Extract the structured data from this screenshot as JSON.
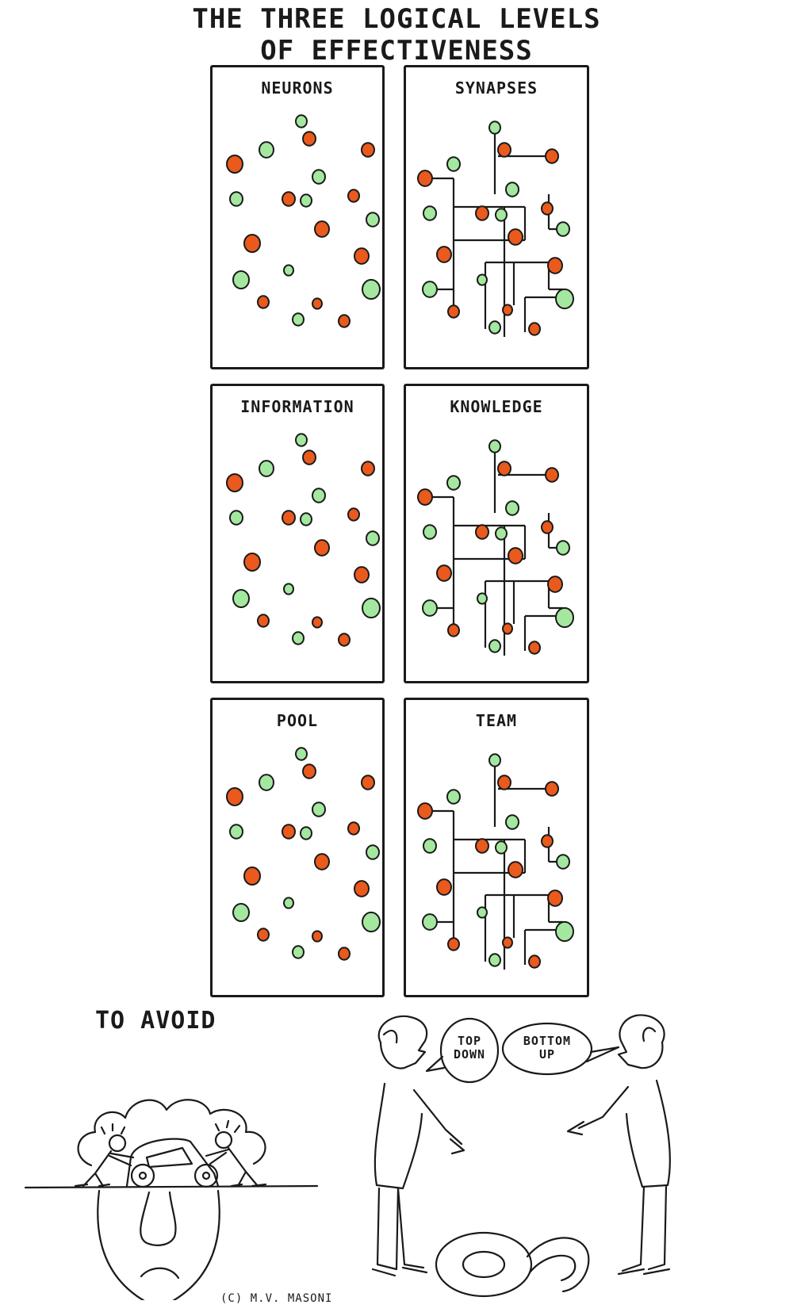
{
  "title": {
    "line1": "THE THREE LOGICAL LEVELS",
    "line2": "OF EFFECTIVENESS"
  },
  "panels": [
    {
      "label": "NEURONS",
      "kind": "scattered"
    },
    {
      "label": "SYNAPSES",
      "kind": "connected"
    },
    {
      "label": "INFORMATION",
      "kind": "scattered"
    },
    {
      "label": "KNOWLEDGE",
      "kind": "connected"
    },
    {
      "label": "POOL",
      "kind": "scattered"
    },
    {
      "label": "TEAM",
      "kind": "connected"
    }
  ],
  "colors": {
    "orange": "#ea5a1c",
    "green": "#a4e8a0",
    "ink": "#1a1a1a"
  },
  "avoid": {
    "title": "TO AVOID"
  },
  "bubbles": {
    "left": {
      "line1": "TOP",
      "line2": "DOWN"
    },
    "right": {
      "line1": "BOTTOM",
      "line2": "UP"
    }
  },
  "credit": "(C) M.V. MASONI"
}
